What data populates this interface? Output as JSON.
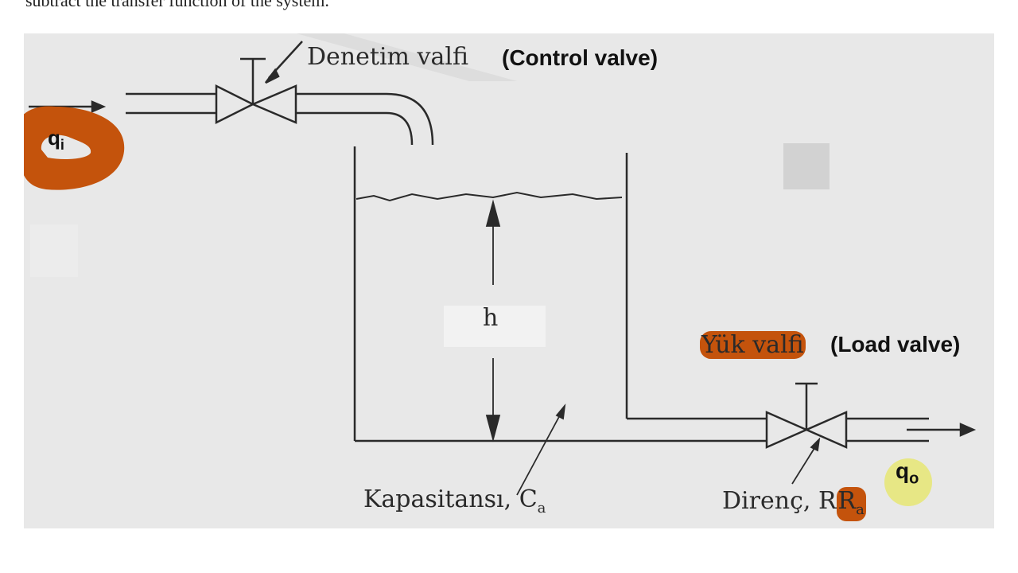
{
  "caption": {
    "partial_text": "subtract the transfer function of the system."
  },
  "diagram": {
    "inflow_label": "q",
    "inflow_sub": "i",
    "control_valve_tr": "Denetim valfi",
    "control_valve_en": "(Control valve)",
    "level_label": "h",
    "load_valve_tr": "Yük valfi",
    "load_valve_en": "(Load valve)",
    "capacitance_label": "Kapasitansı, C",
    "capacitance_sub": "a",
    "resistance_label": "Direnç, R",
    "resistance_sub": "a",
    "outflow_label": "q",
    "outflow_sub": "o"
  },
  "colors": {
    "annotation": "#c4530c",
    "page_bg": "#e8e8e8",
    "ink": "#2a2a2a",
    "cursor": "#e6e650"
  }
}
